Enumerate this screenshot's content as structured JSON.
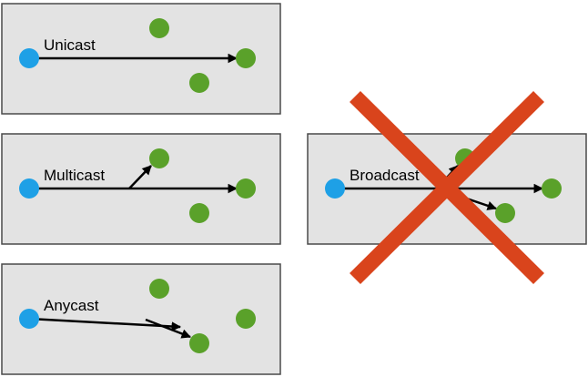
{
  "colors": {
    "panel_bg": "#e3e3e3",
    "panel_border": "#4a4a4a",
    "source_node": "#1ea0e6",
    "target_node": "#5aa12a",
    "arrow": "#000000",
    "cross": "#d9441c"
  },
  "panels": {
    "unicast": {
      "label": "Unicast"
    },
    "multicast": {
      "label": "Multicast"
    },
    "anycast": {
      "label": "Anycast"
    },
    "broadcast": {
      "label": "Broadcast",
      "crossed_out": true
    }
  }
}
